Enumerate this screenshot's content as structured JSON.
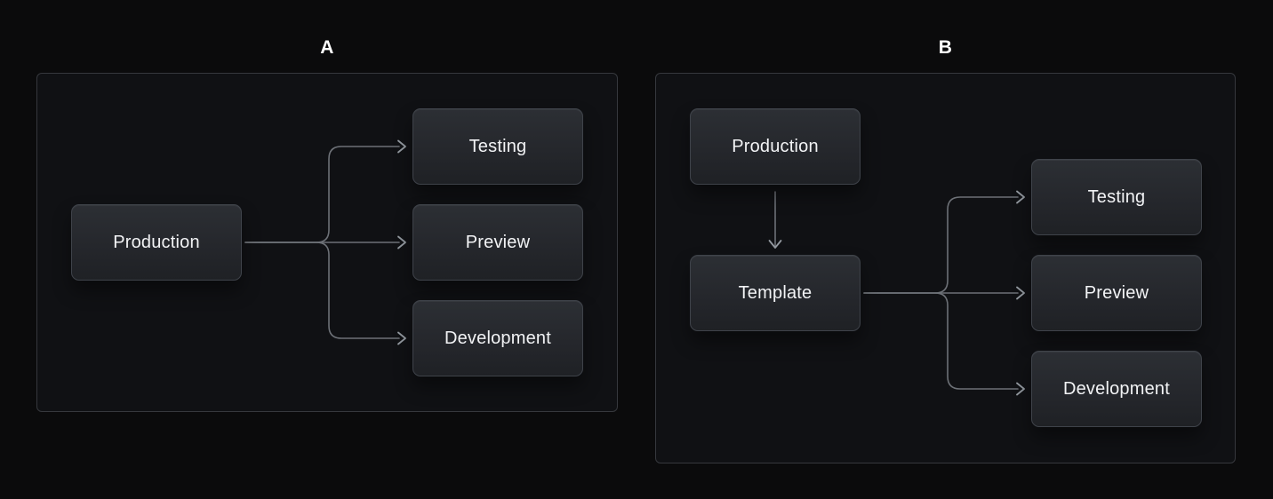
{
  "diagram_a": {
    "title": "A",
    "nodes": {
      "production": {
        "label": "Production"
      },
      "testing": {
        "label": "Testing"
      },
      "preview": {
        "label": "Preview"
      },
      "development": {
        "label": "Development"
      }
    },
    "edges": [
      {
        "from": "production",
        "to": "testing"
      },
      {
        "from": "production",
        "to": "preview"
      },
      {
        "from": "production",
        "to": "development"
      }
    ]
  },
  "diagram_b": {
    "title": "B",
    "nodes": {
      "production": {
        "label": "Production"
      },
      "template": {
        "label": "Template"
      },
      "testing": {
        "label": "Testing"
      },
      "preview": {
        "label": "Preview"
      },
      "development": {
        "label": "Development"
      }
    },
    "edges": [
      {
        "from": "production",
        "to": "template"
      },
      {
        "from": "template",
        "to": "testing"
      },
      {
        "from": "template",
        "to": "preview"
      },
      {
        "from": "template",
        "to": "development"
      }
    ]
  },
  "colors": {
    "background": "#0b0b0c",
    "panel_background": "#101114",
    "panel_border": "#36383d",
    "node_background": "#26282d",
    "node_border": "#3f434a",
    "node_text": "#f2f3f5",
    "edge_line": "#6d7177",
    "edge_arrowhead": "#949aa1",
    "label_text": "#ffffff"
  }
}
